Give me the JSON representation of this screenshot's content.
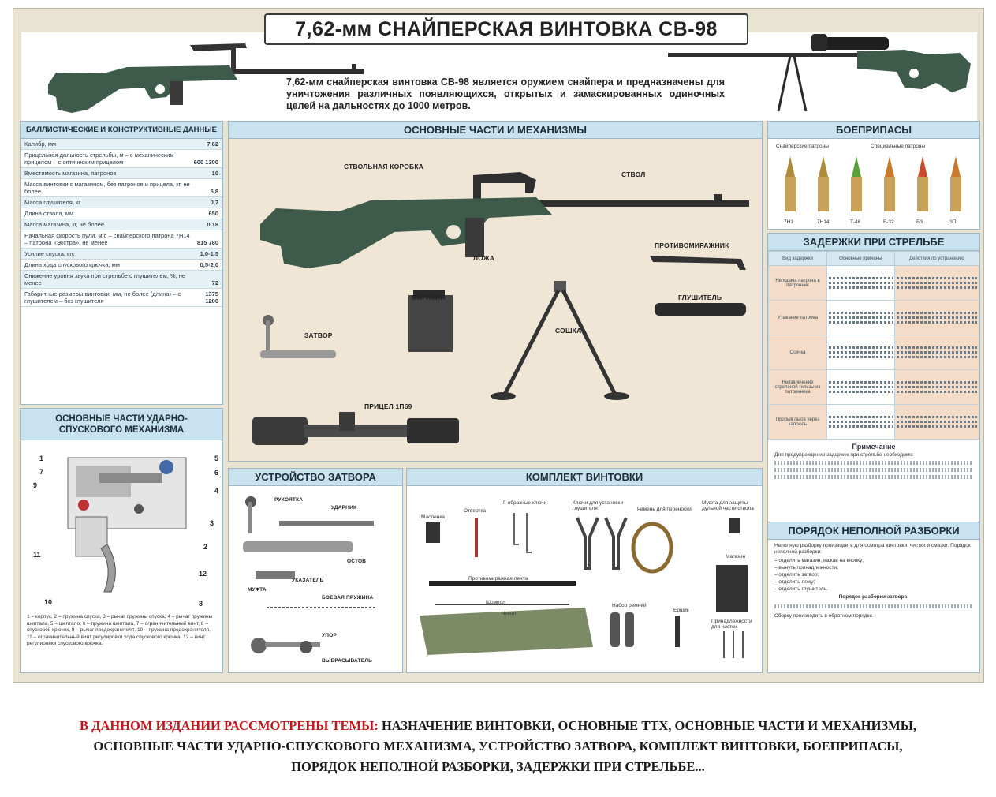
{
  "title": "7,62-мм СНАЙПЕРСКАЯ ВИНТОВКА СВ-98",
  "intro": "7,62-мм снайперская винтовка СВ-98 является оружием снайпера и предназначены для уничтожения различных появляющихся, открытых и замаскированных одиночных целей на дальностях до 1000 метров.",
  "ballistic": {
    "title": "БАЛЛИСТИЧЕСКИЕ И КОНСТРУКТИВНЫЕ ДАННЫЕ",
    "rows": [
      {
        "label": "Калибр, мм",
        "value": "7,62"
      },
      {
        "label": "Прицельная дальность стрельбы, м – с механическим прицелом – с оптическим прицелом",
        "value": "600 1300"
      },
      {
        "label": "Вместимость магазина, патронов",
        "value": "10"
      },
      {
        "label": "Масса винтовки с магазином, без патронов и прицела, кг, не более",
        "value": "5,8"
      },
      {
        "label": "Масса глушителя, кг",
        "value": "0,7"
      },
      {
        "label": "Длина ствола, мм",
        "value": "650"
      },
      {
        "label": "Масса магазина, кг, не более",
        "value": "0,18"
      },
      {
        "label": "Начальная скорость пули, м/с – снайперского патрона 7Н14 – патрона «Экстра», не менее",
        "value": "815 780"
      },
      {
        "label": "Усилие спуска, кгс",
        "value": "1,0-1,5"
      },
      {
        "label": "Длина хода спускового крючка, мм",
        "value": "0,5-2,0"
      },
      {
        "label": "Снижение уровня звука при стрельбе с глушителем, %, не менее",
        "value": "72"
      },
      {
        "label": "Габаритные размеры винтовки, мм, не более (длина) – с глушителем – без глушителя",
        "value": "1375 1200"
      }
    ]
  },
  "trigger": {
    "title": "ОСНОВНЫЕ ЧАСТИ УДАРНО-СПУСКОВОГО МЕХАНИЗМА",
    "numbers": [
      "1",
      "7",
      "9",
      "11",
      "10",
      "5",
      "6",
      "4",
      "3",
      "2",
      "12",
      "8"
    ],
    "caption": "1 – корпус, 2 – пружина спуска, 3 – рычаг пружины спуска, 4 – рычаг пружины шептала, 5 – шептало, 6 – пружина шептала, 7 – ограничительный винт, 8 – спусковой крючок, 9 – рычаг предохранителя, 10 – пружина предохранителя, 11 – ограничительный винт регулировки хода спускового крючка, 12 – винт регулировки спускового крючка."
  },
  "parts": {
    "title": "ОСНОВНЫЕ ЧАСТИ И МЕХАНИЗМЫ",
    "labels": {
      "receiver": "СТВОЛЬНАЯ КОРОБКА",
      "barrel": "СТВОЛ",
      "stock": "ЛОЖА",
      "flashguard": "ПРОТИВОМИРАЖНИК",
      "magazine": "МАГАЗИН",
      "silencer": "ГЛУШИТЕЛЬ",
      "bolt": "ЗАТВОР",
      "bipod": "СОШКА",
      "scope": "ПРИЦЕЛ 1П69"
    }
  },
  "ammo": {
    "title": "БОЕПРИПАСЫ",
    "groups": [
      "Снайперские патроны",
      "Специальные патроны"
    ],
    "labels": [
      "7Н1",
      "7Н14",
      "Т-46",
      "Б-32",
      "БЗ",
      "ЗП"
    ]
  },
  "delays": {
    "title": "ЗАДЕРЖКИ ПРИ СТРЕЛЬБЕ",
    "headers": [
      "Вид задержки",
      "Основные причины",
      "Действия по устранению"
    ],
    "rows": [
      "Неподача патрона в патронник",
      "Утыкание патрона",
      "Осечка",
      "Неизвлечение стреляной гильзы из патронника",
      "Прорыв газов через капсюль"
    ]
  },
  "notes": {
    "title": "Примечание",
    "text": "Для предупреждения задержек при стрельбе необходимо:"
  },
  "disassembly": {
    "title": "ПОРЯДОК НЕПОЛНОЙ РАЗБОРКИ",
    "intro": "Неполную разборку производить для осмотра винтовки, чистки и смазки. Порядок неполной разборки:",
    "steps": [
      "– отделить магазин, нажав на кнопку;",
      "– вынуть принадлежности;",
      "– отделить затвор;",
      "– отделить ложу;",
      "– отделить глушитель."
    ],
    "bolt_title": "Порядок разборки затвора:",
    "final": "Сборку производить в обратном порядке."
  },
  "bolt": {
    "title": "УСТРОЙСТВО ЗАТВОРА",
    "labels": {
      "handle": "РУКОЯТКА",
      "striker": "УДАРНИК",
      "stem": "ОСТОВ",
      "coupling": "МУФТА",
      "pointer": "УКАЗАТЕЛЬ",
      "spring": "БОЕВАЯ ПРУЖИНА",
      "stop": "УПОР",
      "ejector": "ВЫБРАСЫВАТЕЛЬ"
    }
  },
  "kit": {
    "title": "КОМПЛЕКТ ВИНТОВКИ",
    "labels": {
      "oiler": "Масленка",
      "screwdriver": "Отвертка",
      "keys": "Г-образные ключи",
      "sil_keys": "Ключи для установки глушителя",
      "sling": "Ремень для переноски",
      "coupling": "Муфта для защиты дульной части ствола",
      "magazine": "Магазин",
      "counter": "Противомиражная лента",
      "rod": "Шомпол",
      "case": "Чехол",
      "strap": "Набор ремней",
      "brush": "Ершик",
      "accessories": "Принадлежности для чистки"
    }
  },
  "bottom": {
    "red": "В ДАННОМ ИЗДАНИИ РАССМОТРЕНЫ ТЕМЫ:",
    "line1": " НАЗНАЧЕНИЕ ВИНТОВКИ, ОСНОВНЫЕ ТТХ, ОСНОВНЫЕ ЧАСТИ И МЕХАНИЗМЫ,",
    "line2": "ОСНОВНЫЕ ЧАСТИ УДАРНО-СПУСКОВОГО МЕХАНИЗМА, УСТРОЙСТВО ЗАТВОРА, КОМПЛЕКТ ВИНТОВКИ, БОЕПРИПАСЫ,",
    "line3": "ПОРЯДОК НЕПОЛНОЙ РАЗБОРКИ, ЗАДЕРЖКИ ПРИ СТРЕЛЬБЕ..."
  },
  "colors": {
    "panel_head": "#c8e2ef",
    "rifle_green": "#3e5a4a",
    "poster_bg": "#e9e3d2",
    "red": "#c0171b"
  }
}
